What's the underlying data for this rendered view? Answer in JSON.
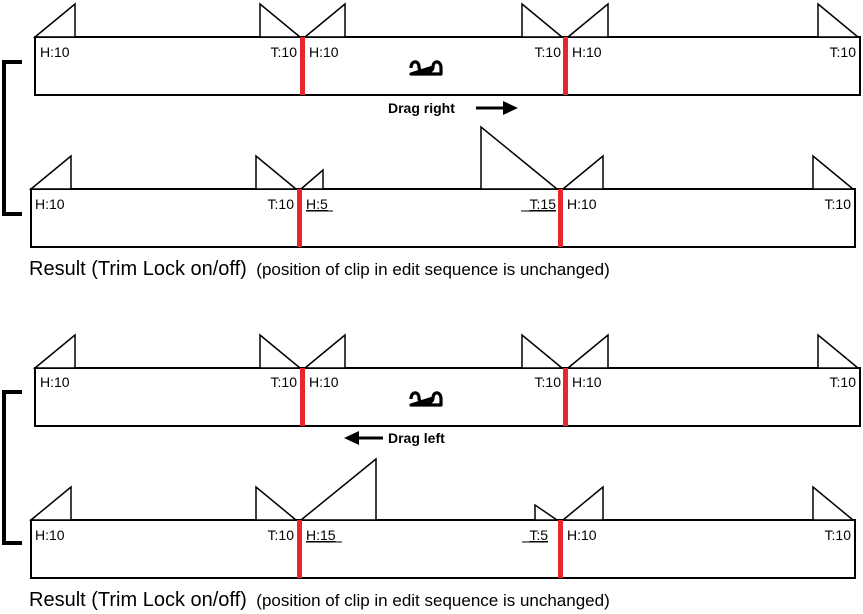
{
  "colors": {
    "edit_point": "#e8262c",
    "outline": "#000000",
    "background": "#ffffff"
  },
  "icons": {
    "roller": "trim-roller-icon",
    "arrow_right": "arrow-right-icon",
    "arrow_left": "arrow-left-icon"
  },
  "panel1": {
    "drag_label": "Drag right",
    "before": {
      "labels": [
        "H:10",
        "T:10",
        "H:10",
        "T:10",
        "H:10",
        "T:10"
      ]
    },
    "after": {
      "labels": [
        "H:10",
        "T:10",
        "H:5",
        "T:15",
        "H:10",
        "T:10"
      ],
      "underlined": [
        false,
        false,
        true,
        true,
        false,
        false
      ]
    },
    "result_main": "Result (Trim Lock on/off)",
    "result_sub": "(position of clip in edit sequence is unchanged)"
  },
  "panel2": {
    "drag_label": "Drag left",
    "before": {
      "labels": [
        "H:10",
        "T:10",
        "H:10",
        "T:10",
        "H:10",
        "T:10"
      ]
    },
    "after": {
      "labels": [
        "H:10",
        "T:10",
        "H:15",
        "T:5",
        "H:10",
        "T:10"
      ],
      "underlined": [
        false,
        false,
        true,
        true,
        false,
        false
      ]
    },
    "result_main": "Result (Trim Lock on/off)",
    "result_sub": "(position of clip in edit sequence is unchanged)"
  }
}
